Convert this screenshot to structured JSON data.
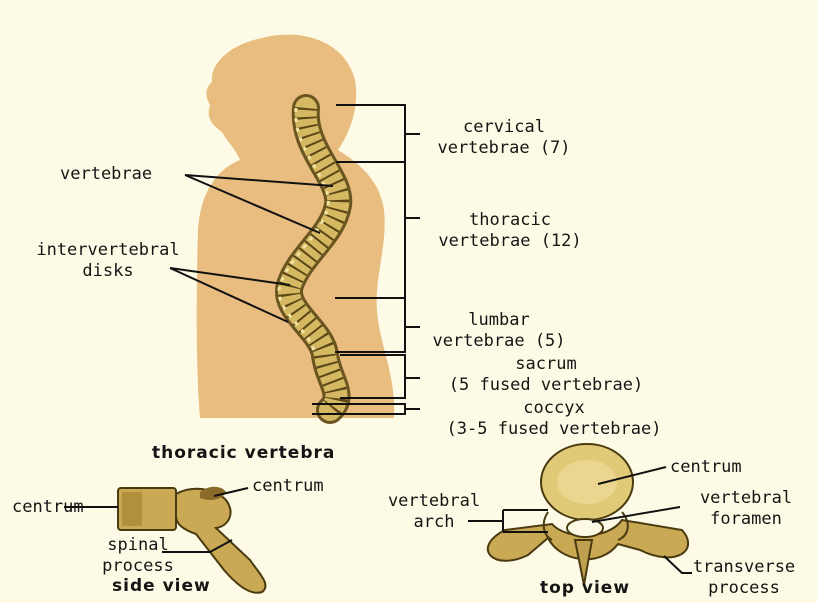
{
  "colors": {
    "background": "#fdfbe6",
    "silhouette": "#e8bd7f",
    "bone": "#d4b862",
    "bone_shadow": "#6a5420",
    "line": "#111111"
  },
  "spine_labels": {
    "cervical_1": "cervical",
    "cervical_2": "vertebrae (7)",
    "thoracic_1": "thoracic",
    "thoracic_2": "vertebrae (12)",
    "lumbar_1": "lumbar",
    "lumbar_2": "vertebrae (5)",
    "sacrum_1": "sacrum",
    "sacrum_2": "(5 fused vertebrae)",
    "coccyx_1": "coccyx",
    "coccyx_2": "(3-5 fused vertebrae)"
  },
  "left_labels": {
    "vertebrae": "vertebrae",
    "intervertebral_1": "intervertebral",
    "intervertebral_2": "disks"
  },
  "section_title": "thoracic vertebra",
  "side_view": {
    "centrum_left": "centrum",
    "centrum_right": "centrum",
    "spinal_1": "spinal",
    "spinal_2": "process",
    "caption": "side view"
  },
  "top_view": {
    "centrum": "centrum",
    "arch_1": "vertebral",
    "arch_2": "arch",
    "foramen_1": "vertebral",
    "foramen_2": "foramen",
    "transverse_1": "transverse",
    "transverse_2": "process",
    "caption": "top view"
  }
}
